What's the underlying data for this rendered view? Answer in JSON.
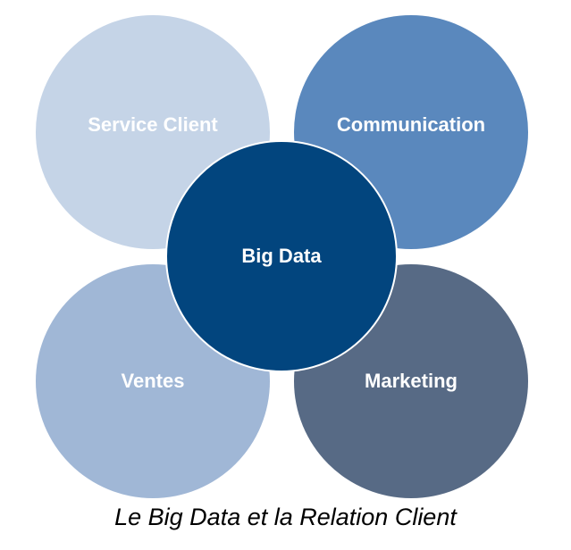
{
  "diagram": {
    "circles": [
      {
        "label": "Service Client",
        "color": "#c5d4e7"
      },
      {
        "label": "Communication",
        "color": "#5a88bd"
      },
      {
        "label": "Ventes",
        "color": "#a0b7d6"
      },
      {
        "label": "Marketing",
        "color": "#576a85"
      },
      {
        "label": "Big Data",
        "color": "#02457e"
      }
    ]
  },
  "caption": "Le Big Data et la Relation Client"
}
